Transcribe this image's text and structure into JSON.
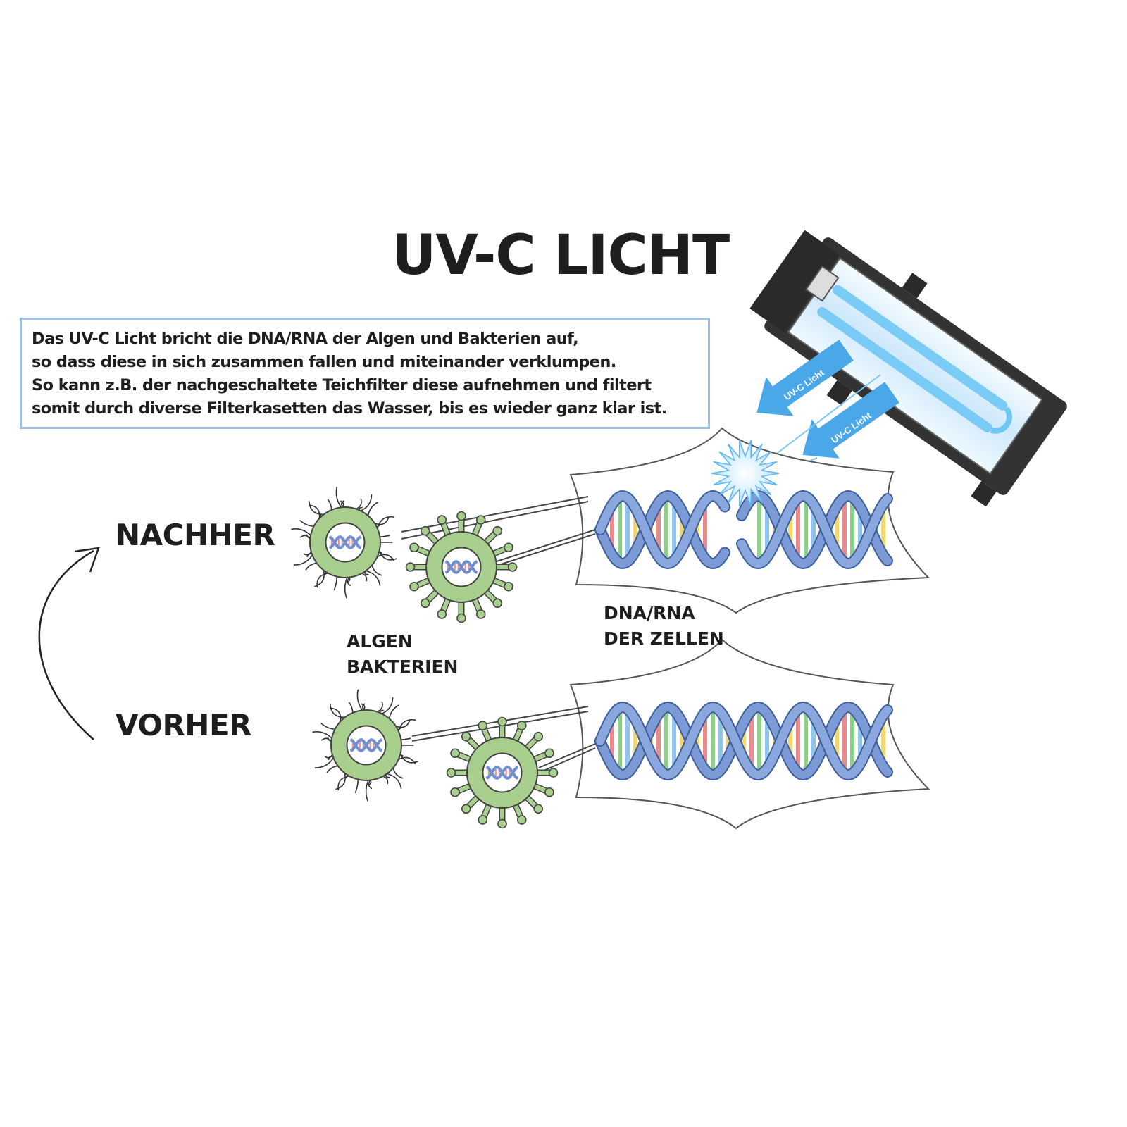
{
  "title": "UV-C LICHT",
  "info_lines": [
    "Das UV-C Licht bricht die DNA/RNA der Algen und Bakterien auf,",
    "so dass diese in sich zusammen fallen und miteinander verklumpen.",
    "So kann z.B. der nachgeschaltete Teichfilter diese aufnehmen und filtert",
    "somit durch diverse Filterkasetten das Wasser, bis es wieder ganz klar ist."
  ],
  "labels": {
    "after": "NACHHER",
    "before": "VORHER",
    "organisms": [
      "ALGEN",
      "BAKTERIEN"
    ],
    "dna": [
      "DNA/RNA",
      "DER ZELLEN"
    ]
  },
  "uv_arrows": [
    "UV-C Licht",
    "UV-C Licht"
  ],
  "colors": {
    "text": "#1e1e1e",
    "box_border": "#9fc1e0",
    "uv_blue": "#4aa8e8",
    "dna_blue": "#7b9ad6",
    "cell_green": "#a9cf8f",
    "lamp_dark": "#333333"
  }
}
